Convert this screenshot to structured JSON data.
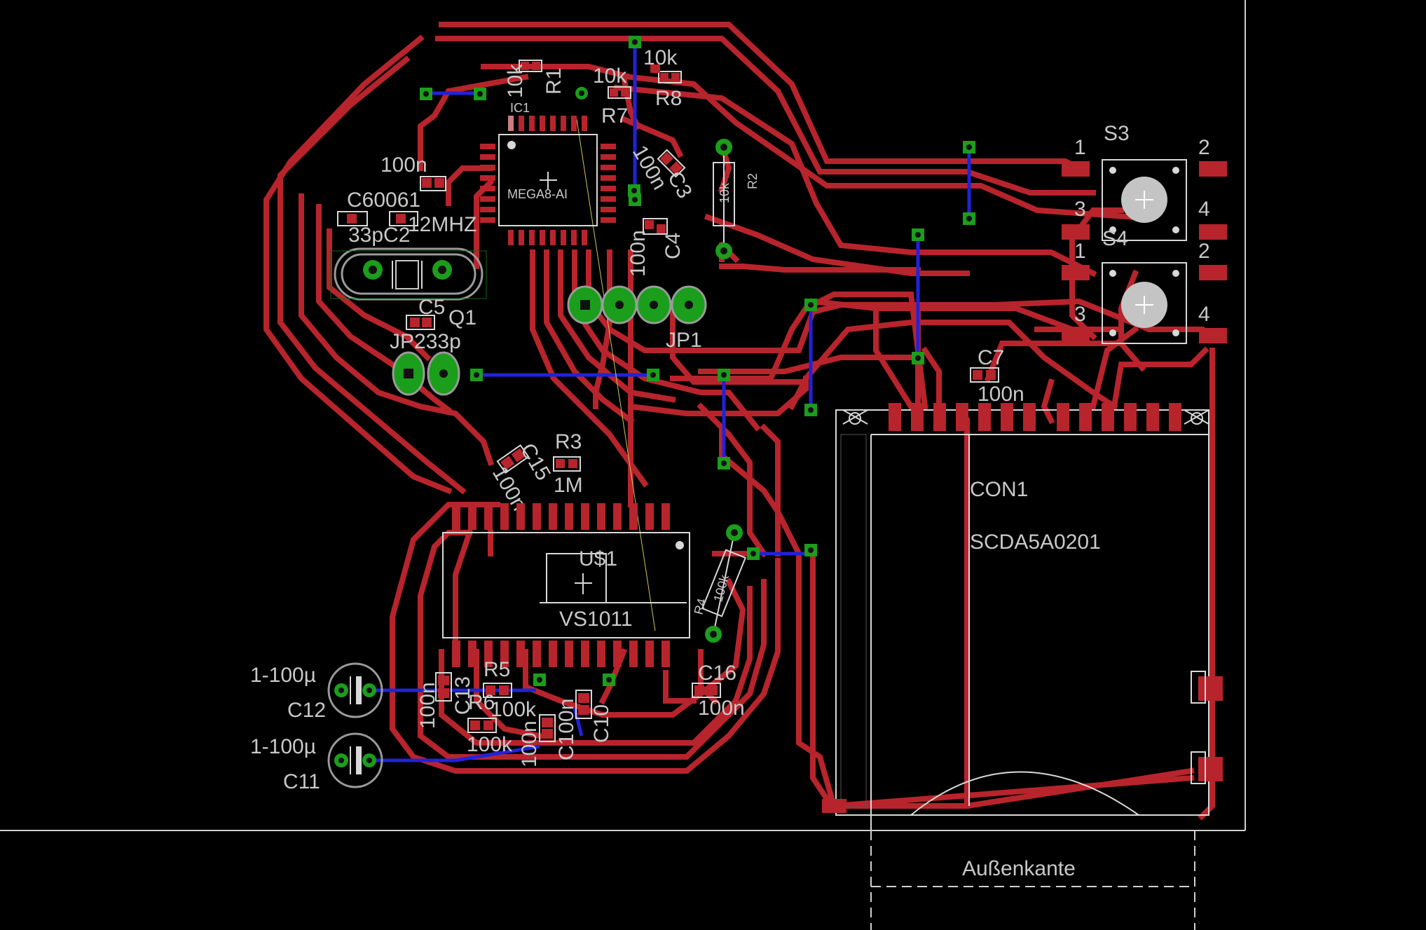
{
  "labels": {
    "ic1_name": "IC1",
    "ic1_value": "MEGA8-AI",
    "r1_name": "R1",
    "r1_value": "10k",
    "r7_name": "R7",
    "r7_value": "10k",
    "r8_name": "R8",
    "r8_value": "10k",
    "r2_name": "R2",
    "r2_value": "10k",
    "c_100n_top": "100n",
    "c3_name": "C3",
    "c3_value": "100n",
    "c4_name": "C4",
    "c4_value": "100n",
    "c6_overlap": "C60061",
    "c12mhz": "12MHZ",
    "c33pc2": "33pC2",
    "c5_name": "C5",
    "q1_name": "Q1",
    "jp2_overlap": "JP233p",
    "jp1_name": "JP1",
    "r3_name": "R3",
    "r3_value": "1M",
    "c15_name": "C15",
    "c15_value": "100n",
    "u1_name": "U$1",
    "u1_value": "VS1011",
    "r4_name": "R4",
    "r4_value": "100k",
    "c16_name": "C16",
    "c16_value": "100n",
    "c12_value": "1-100µ",
    "c12_name": "C12",
    "c11_value": "1-100µ",
    "c11_name": "C11",
    "r5_name": "R5",
    "r6_overlap": "R6",
    "r6_value": "100k",
    "r5_value": "100k",
    "c13_name": "C13",
    "c13_value": "100n",
    "c14_value": "100n",
    "c14_name": "C100n",
    "c10_name": "C10",
    "c7_name": "C7",
    "c7_value": "100n",
    "s3_name": "S3",
    "s4_name": "S4",
    "s3_pin1": "1",
    "s3_pin2": "2",
    "s3_pin3": "3",
    "s3_pin4": "4",
    "s4_pin1": "1",
    "s4_pin2": "2",
    "s4_pin3": "3",
    "s4_pin4": "4",
    "con1_name": "CON1",
    "con1_value": "SCDA5A0201",
    "outer_edge": "Außenkante"
  },
  "colors": {
    "background": "#000000",
    "top_copper": "#b8242c",
    "bottom_copper": "#2222d8",
    "via": "#1b9e1b",
    "silkscreen": "#d8d8d8"
  }
}
